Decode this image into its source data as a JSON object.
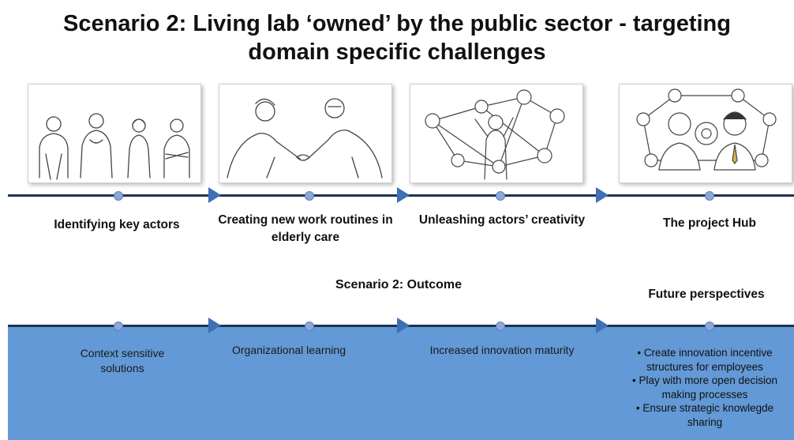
{
  "title": {
    "line1": "Scenario 2: Living lab ‘owned’ by the public sector - targeting",
    "line2": "domain specific challenges"
  },
  "steps": [
    {
      "label_line1": "Identifying key actors",
      "label_line2": "",
      "illustration": "four-people-sketch"
    },
    {
      "label_line1": "Creating new work routines in",
      "label_line2": "elderly care",
      "illustration": "handshake-sketch"
    },
    {
      "label_line1": "Unleashing actors’ creativity",
      "label_line2": "",
      "illustration": "network-person-sketch"
    },
    {
      "label_line1": "The project Hub",
      "label_line2": "",
      "illustration": "hub-avatars-sketch"
    }
  ],
  "outcome_heading": "Scenario 2: Outcome",
  "future_heading": "Future perspectives",
  "outcomes": [
    {
      "line1": "Context sensitive",
      "line2": "solutions"
    },
    {
      "line1": "Organizational learning",
      "line2": ""
    },
    {
      "line1": "Increased innovation maturity",
      "line2": ""
    }
  ],
  "future_items": [
    {
      "line1": "Create innovation incentive",
      "line2": "structures for employees"
    },
    {
      "line1": "Play with more open decision",
      "line2": "making processes"
    },
    {
      "line1": "Ensure strategic knowlegde",
      "line2": "sharing"
    }
  ],
  "colors": {
    "timeline": "#1e3350",
    "arrow": "#3f6fb5",
    "dot": "#8aa9d6",
    "band": "#6299d6"
  }
}
